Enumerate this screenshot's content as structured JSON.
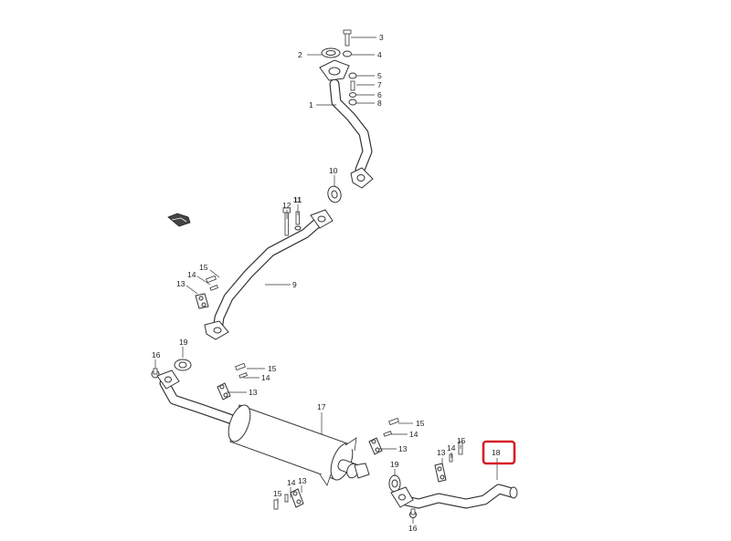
{
  "callouts": [
    {
      "id": "c3",
      "text": "3"
    },
    {
      "id": "c2",
      "text": "2"
    },
    {
      "id": "c4",
      "text": "4"
    },
    {
      "id": "c5",
      "text": "5"
    },
    {
      "id": "c7",
      "text": "7"
    },
    {
      "id": "c6",
      "text": "6"
    },
    {
      "id": "c8",
      "text": "8"
    },
    {
      "id": "c1",
      "text": "1"
    },
    {
      "id": "c10",
      "text": "10"
    },
    {
      "id": "c12",
      "text": "12"
    },
    {
      "id": "c11",
      "text": "11"
    },
    {
      "id": "c15a",
      "text": "15"
    },
    {
      "id": "c14a",
      "text": "14"
    },
    {
      "id": "c13a",
      "text": "13"
    },
    {
      "id": "c9",
      "text": "9"
    },
    {
      "id": "c16a",
      "text": "16"
    },
    {
      "id": "c19a",
      "text": "19"
    },
    {
      "id": "c15b",
      "text": "15"
    },
    {
      "id": "c14b",
      "text": "14"
    },
    {
      "id": "c13b",
      "text": "13"
    },
    {
      "id": "c17",
      "text": "17"
    },
    {
      "id": "c15c",
      "text": "15"
    },
    {
      "id": "c14c",
      "text": "14"
    },
    {
      "id": "c13c",
      "text": "13"
    },
    {
      "id": "c15d",
      "text": "15"
    },
    {
      "id": "c14d",
      "text": "14"
    },
    {
      "id": "c13d",
      "text": "13"
    },
    {
      "id": "c18",
      "text": "18"
    },
    {
      "id": "c19b",
      "text": "19"
    },
    {
      "id": "c13e",
      "text": "13"
    },
    {
      "id": "c14e",
      "text": "14"
    },
    {
      "id": "c15e",
      "text": "15"
    },
    {
      "id": "c16b",
      "text": "16"
    }
  ],
  "highlight": {
    "part": "18",
    "color": "#d51f26"
  },
  "front_marker": {
    "icon": "front-arrow-icon"
  }
}
